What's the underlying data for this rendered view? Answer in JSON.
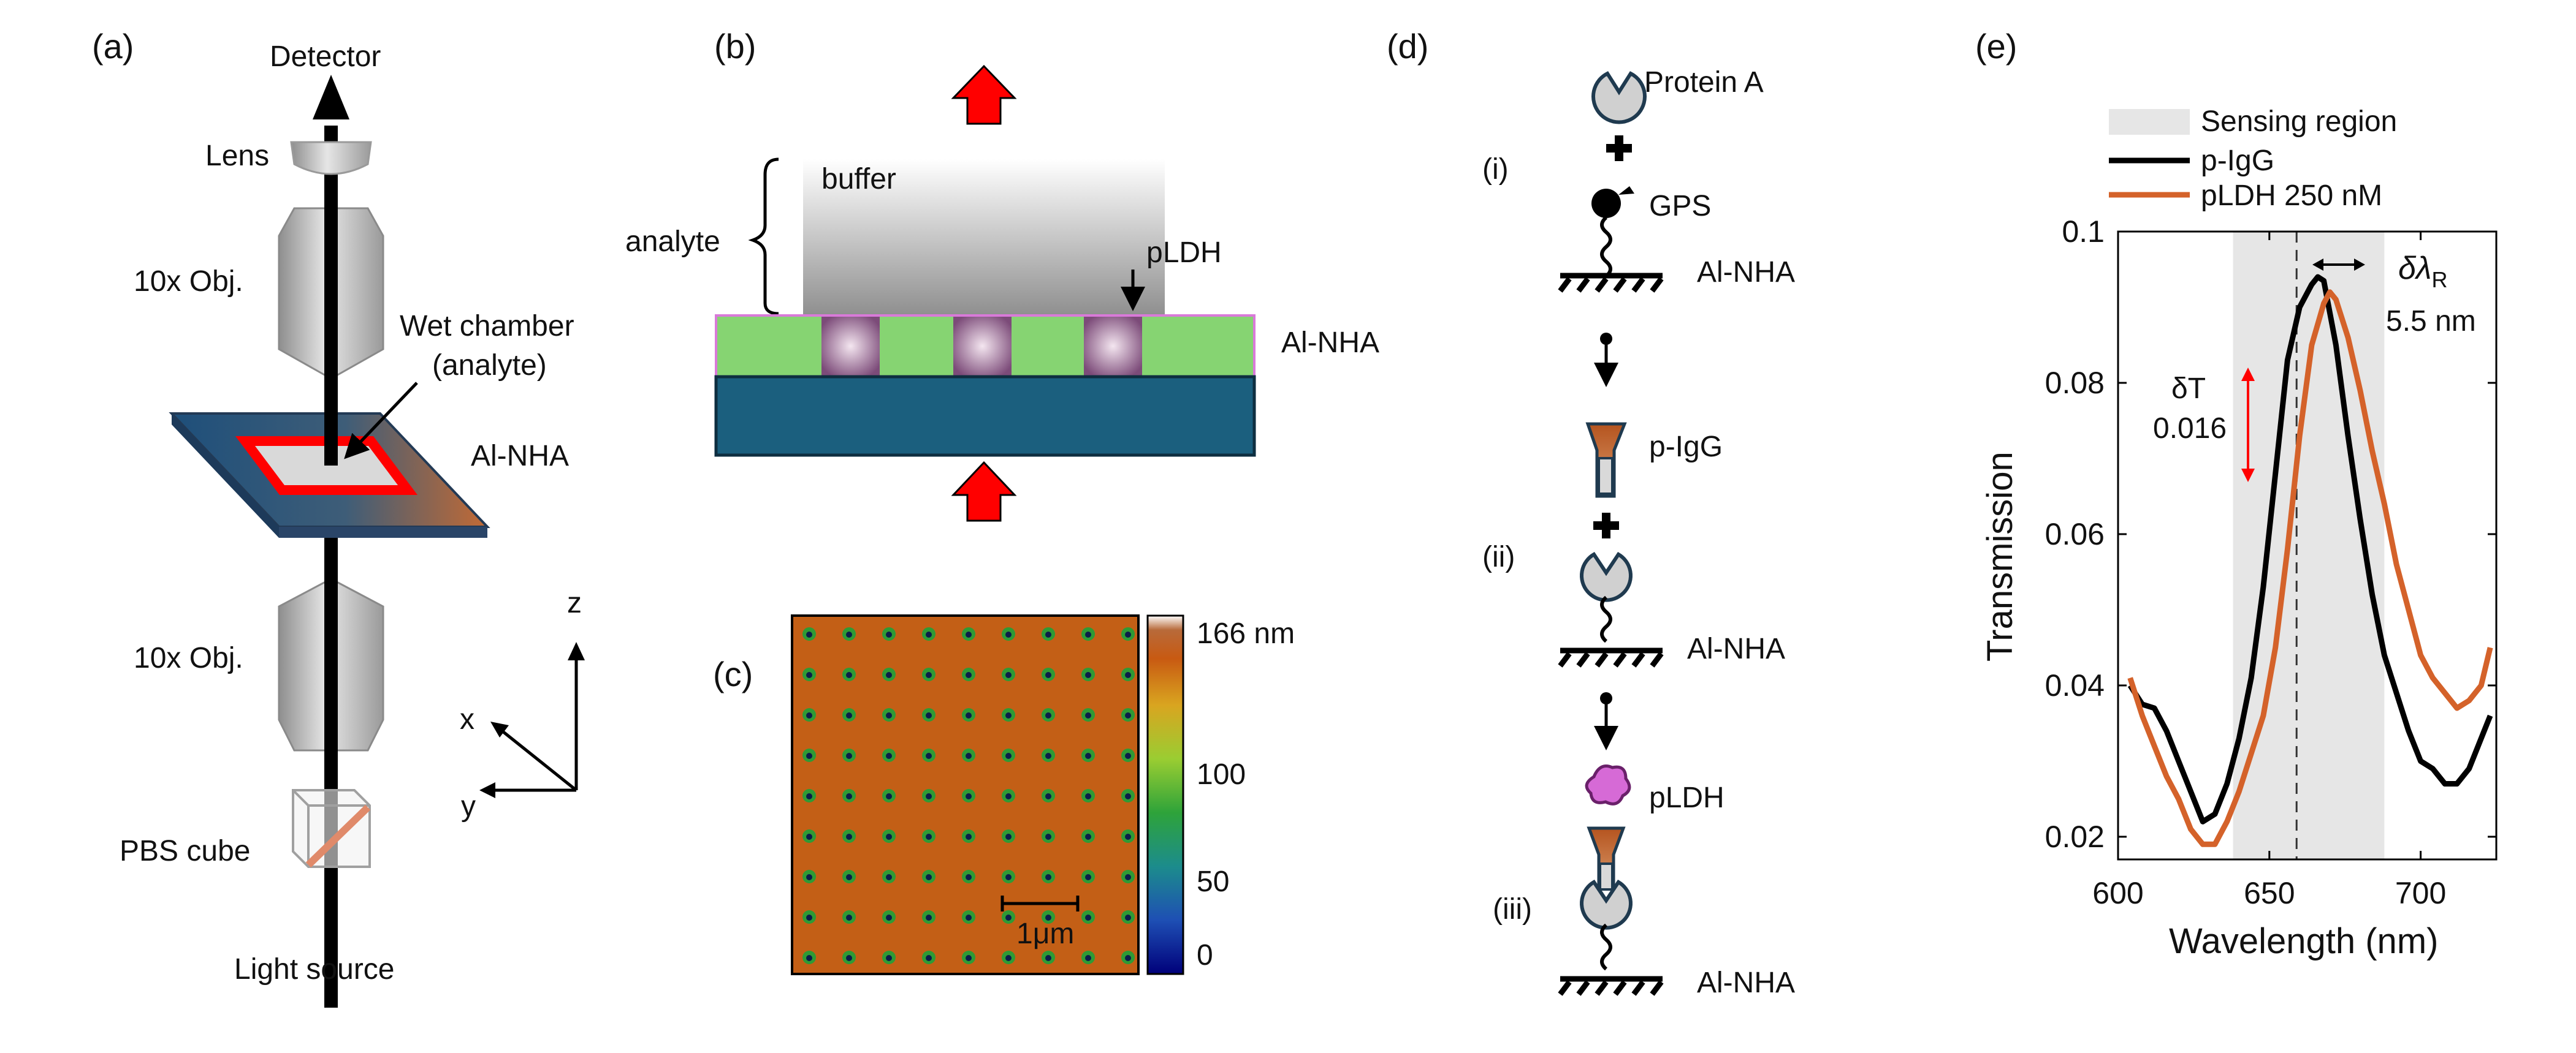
{
  "panel_a": {
    "label": "(a)",
    "detector": "Detector",
    "lens": "Lens",
    "obj_top": "10x Obj.",
    "wet_chamber_line1": "Wet chamber",
    "wet_chamber_line2": "(analyte)",
    "al_nha": "Al-NHA",
    "obj_bottom": "10x Obj.",
    "pbs": "PBS cube",
    "light": "Light source",
    "axis_z": "z",
    "axis_x": "x",
    "axis_y": "y"
  },
  "panel_b": {
    "label": "(b)",
    "buffer": "buffer",
    "analyte": "analyte",
    "pldh": "pLDH",
    "al_nha": "Al-NHA"
  },
  "panel_c": {
    "label": "(c)",
    "scale_bar": "1μm",
    "colorbar_ticks": [
      "166 nm",
      "100",
      "50",
      "0"
    ]
  },
  "panel_d": {
    "label": "(d)",
    "step_i": "(i)",
    "step_ii": "(ii)",
    "step_iii": "(iii)",
    "protein_a": "Protein A",
    "gps": "GPS",
    "al_nha_1": "Al-NHA",
    "p_igg": "p-IgG",
    "al_nha_2": "Al-NHA",
    "pldh": "pLDH",
    "al_nha_3": "Al-NHA"
  },
  "panel_e": {
    "label": "(e)",
    "delta_t_symbol": "δT",
    "delta_t_value": "0.016",
    "delta_lambda_symbol": "δλ",
    "delta_lambda_sub": "R",
    "delta_lambda_value": "5.5 nm"
  },
  "chart_data": {
    "type": "line",
    "title": "",
    "xlabel": "Wavelength (nm)",
    "ylabel": "Transmission",
    "xlim": [
      600,
      725
    ],
    "ylim": [
      0.017,
      0.1
    ],
    "xticks": [
      600,
      650,
      700
    ],
    "yticks": [
      0.02,
      0.04,
      0.06,
      0.08,
      0.1
    ],
    "ytick_labels": [
      "0.02",
      "0.04",
      "0.06",
      "0.08",
      "0.1"
    ],
    "grid": false,
    "legend_position": "top-left, above plot",
    "shaded_region": {
      "name": "Sensing region",
      "x": [
        638,
        688
      ],
      "color": "#e6e6e6"
    },
    "dashed_line_x": 659,
    "series": [
      {
        "name": "p-IgG",
        "color": "#000000",
        "x": [
          604,
          608,
          612,
          616,
          620,
          624,
          628,
          632,
          636,
          640,
          644,
          648,
          652,
          656,
          660,
          664,
          666,
          668,
          672,
          676,
          680,
          684,
          688,
          692,
          696,
          700,
          704,
          708,
          712,
          716,
          720,
          723
        ],
        "y": [
          0.04,
          0.0375,
          0.037,
          0.034,
          0.03,
          0.026,
          0.022,
          0.023,
          0.027,
          0.033,
          0.041,
          0.053,
          0.068,
          0.083,
          0.09,
          0.093,
          0.094,
          0.0935,
          0.085,
          0.073,
          0.062,
          0.052,
          0.044,
          0.039,
          0.034,
          0.03,
          0.029,
          0.027,
          0.027,
          0.029,
          0.033,
          0.036
        ]
      },
      {
        "name": "pLDH 250 nM",
        "color": "#d4622a",
        "x": [
          604,
          608,
          612,
          616,
          620,
          624,
          628,
          632,
          636,
          640,
          644,
          648,
          652,
          656,
          660,
          664,
          668,
          670,
          672,
          676,
          680,
          684,
          688,
          692,
          696,
          700,
          704,
          708,
          712,
          716,
          720,
          723
        ],
        "y": [
          0.041,
          0.036,
          0.032,
          0.028,
          0.025,
          0.021,
          0.019,
          0.019,
          0.022,
          0.026,
          0.031,
          0.036,
          0.045,
          0.058,
          0.073,
          0.085,
          0.0905,
          0.092,
          0.091,
          0.086,
          0.079,
          0.071,
          0.064,
          0.056,
          0.05,
          0.044,
          0.041,
          0.039,
          0.037,
          0.038,
          0.04,
          0.045
        ]
      }
    ]
  }
}
